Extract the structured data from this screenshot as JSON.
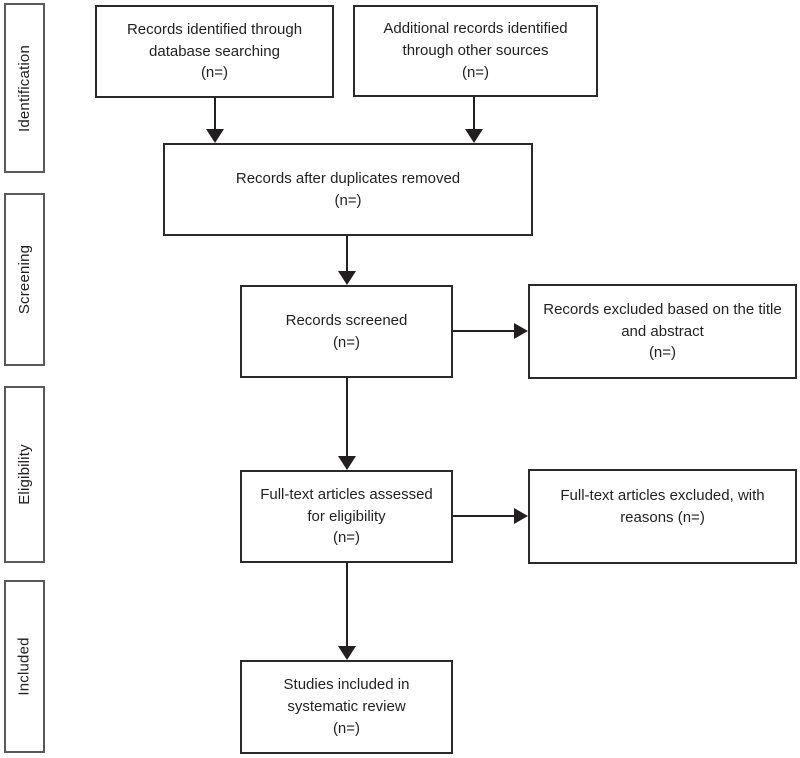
{
  "diagram": {
    "type": "flowchart",
    "name": "PRISMA systematic review flow diagram",
    "colors": {
      "node_border": "#2b2a2a",
      "stage_border": "#58595b",
      "text": "#231f20",
      "arrow": "#231f20",
      "background": "#ffffff"
    },
    "stages": [
      {
        "label": "Identification"
      },
      {
        "label": "Screening"
      },
      {
        "label": "Eligibility"
      },
      {
        "label": "Included"
      }
    ],
    "nodes": [
      {
        "id": "records-identified",
        "text": "Records identified through\ndatabase searching\n(n=)"
      },
      {
        "id": "additional-records",
        "text": "Additional records identified\nthrough other sources\n(n=)"
      },
      {
        "id": "duplicates-removed",
        "text": "Records after duplicates removed\n(n=)"
      },
      {
        "id": "records-screened",
        "text": "Records screened\n(n=)"
      },
      {
        "id": "records-excluded",
        "text": "Records excluded based on the title\nand abstract\n(n=)"
      },
      {
        "id": "fulltext-assessed",
        "text": "Full-text articles assessed\nfor eligibility\n(n=)"
      },
      {
        "id": "fulltext-excluded",
        "text": "Full-text articles excluded, with\nreasons (n=)"
      },
      {
        "id": "studies-included",
        "text": "Studies included in\nsystematic review\n(n=)"
      }
    ],
    "connectors": [
      {
        "from": "records-identified",
        "to": "duplicates-removed",
        "direction": "down"
      },
      {
        "from": "additional-records",
        "to": "duplicates-removed",
        "direction": "down"
      },
      {
        "from": "duplicates-removed",
        "to": "records-screened",
        "direction": "down"
      },
      {
        "from": "records-screened",
        "to": "records-excluded",
        "direction": "right"
      },
      {
        "from": "records-screened",
        "to": "fulltext-assessed",
        "direction": "down"
      },
      {
        "from": "fulltext-assessed",
        "to": "fulltext-excluded",
        "direction": "right"
      },
      {
        "from": "fulltext-assessed",
        "to": "studies-included",
        "direction": "down"
      }
    ]
  }
}
